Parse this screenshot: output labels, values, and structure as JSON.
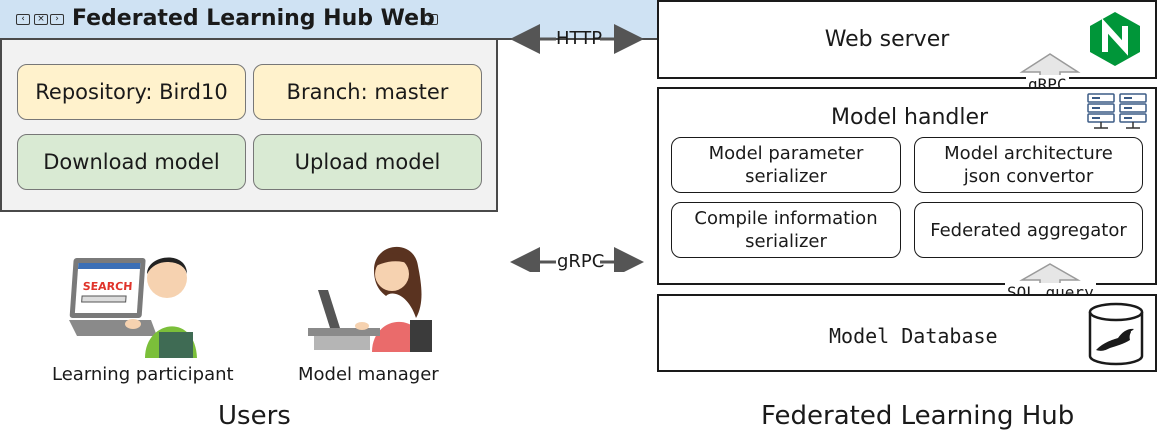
{
  "browser": {
    "title": "Federated Learning Hub Web",
    "repository_label": "Repository: Bird10",
    "branch_label": "Branch: master",
    "download_label": "Download model",
    "upload_label": "Upload model"
  },
  "connections": {
    "http": "HTTP",
    "grpc_users": "gRPC",
    "grpc_hub": "gRPC",
    "sql": "SQL query"
  },
  "hub": {
    "web_server": "Web server",
    "model_handler": "Model handler",
    "param_serializer": "Model parameter serializer",
    "arch_convertor": "Model architecture json convertor",
    "compile_serializer": "Compile information serializer",
    "aggregator": "Federated aggregator",
    "database": "Model Database",
    "section_title": "Federated Learning Hub"
  },
  "users": {
    "participant": "Learning participant",
    "manager": "Model manager",
    "section_title": "Users",
    "screen_text": "SEARCH"
  },
  "icons": {
    "web_server": "nginx-logo-icon",
    "handler": "server-rack-icon",
    "database": "mariadb-seal-database-icon"
  },
  "colors": {
    "title_bar": "#cfe2f3",
    "yellow": "#fff2cc",
    "green": "#d9ead3",
    "nginx": "#009639"
  }
}
